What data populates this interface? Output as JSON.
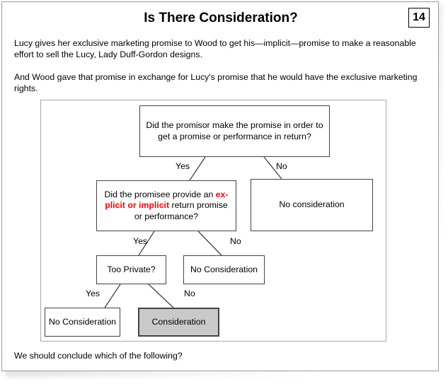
{
  "slide": {
    "title": "Is There Consideration?",
    "page_number": "14",
    "paragraphs": {
      "p1": "Lucy gives her exclusive marketing promise to Wood to get his—implicit—promise to make a reasonable effort to sell the Lucy, Lady Duff-Gordon designs.",
      "p2": "And Wood gave that promise in exchange for Lucy's promise that he would have the exclusive marketing rights.",
      "p3": "We should conclude which of the following?"
    }
  },
  "flowchart": {
    "boxes": {
      "q1": "Did the promisor make the promise in order to get a promise or performance in return?",
      "q2_part1": "Did the promisee provide an ",
      "q2_highlight": "ex-plicit or implicit",
      "q2_part2": " return promise or performance?",
      "no_consideration_1": "No consideration",
      "too_private": "Too Private?",
      "no_consideration_2": "No Consideration",
      "no_consideration_3": "No Consideration",
      "consideration": "Consideration"
    },
    "edge_labels": {
      "yes_1": "Yes",
      "no_1": "No",
      "yes_2": "Yes",
      "no_2": "No",
      "yes_3": "Yes",
      "no_3": "No"
    },
    "colors": {
      "highlight": "#ff0000",
      "shaded_box_fill": "#c9c9c9",
      "box_border": "#434343",
      "container_border": "#a8a8a8"
    }
  }
}
